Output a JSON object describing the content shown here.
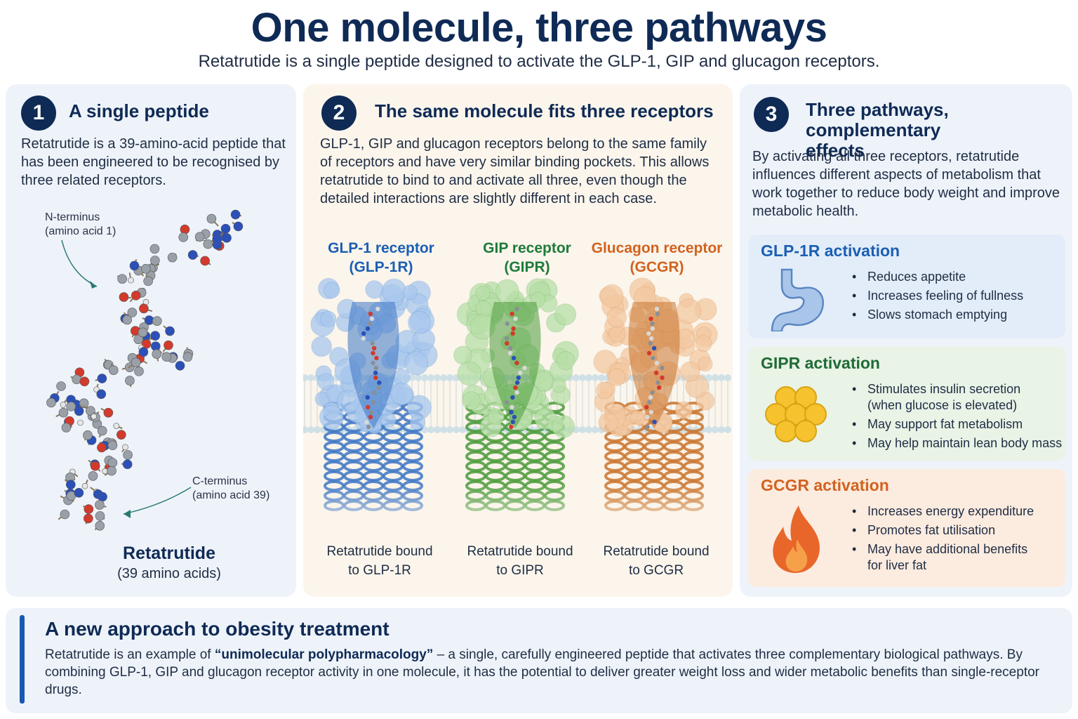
{
  "title": "One molecule, three pathways",
  "subtitle": "Retatrutide is a single peptide designed to activate the GLP-1, GIP and glucagon receptors.",
  "panel1": {
    "number": "1",
    "title": "A single peptide",
    "body": "Retatrutide is a 39-amino-acid peptide that has been engineered to be recognised by three related receptors.",
    "n_terminus": "N-terminus",
    "n_terminus_sub": "(amino acid 1)",
    "c_terminus": "C-terminus",
    "c_terminus_sub": "(amino acid 39)",
    "molecule_name": "Retatrutide",
    "molecule_sub": "(39 amino acids)"
  },
  "panel2": {
    "number": "2",
    "title": "The same molecule fits three receptors",
    "body": "GLP-1, GIP and glucagon receptors belong to the same family of receptors and have very similar binding pockets. This allows retatrutide to bind to and activate all three, even though the detailed interactions are slightly different in each case.",
    "receptors": [
      {
        "name": "GLP-1 receptor",
        "abbr": "(GLP-1R)",
        "caption_1": "Retatrutide bound",
        "caption_2": "to GLP-1R",
        "color": "#1a5fb4"
      },
      {
        "name": "GIP receptor",
        "abbr": "(GIPR)",
        "caption_1": "Retatrutide bound",
        "caption_2": "to GIPR",
        "color": "#1f7a3a"
      },
      {
        "name": "Glucagon receptor",
        "abbr": "(GCGR)",
        "caption_1": "Retatrutide bound",
        "caption_2": "to GCGR",
        "color": "#d2621f"
      }
    ]
  },
  "panel3": {
    "number": "3",
    "title_1": "Three pathways, complementary",
    "title_2": "effects",
    "body": "By activating all three receptors, retatrutide influences different aspects of metabolism that work together to reduce body weight and improve metabolic health.",
    "activations": [
      {
        "title": "GLP-1R activation",
        "icon": "stomach-icon",
        "color": "#1a5fb4",
        "bg": "#e3edf9",
        "items": [
          "Reduces appetite",
          "Increases feeling of fullness",
          "Slows stomach emptying"
        ]
      },
      {
        "title": "GIPR activation",
        "icon": "fat-cells-icon",
        "color": "#1f6b35",
        "bg": "#e9f3e6",
        "items": [
          "Stimulates insulin secretion",
          "(when glucose is elevated)",
          "May support fat metabolism",
          "May help maintain lean body mass"
        ]
      },
      {
        "title": "GCGR activation",
        "icon": "flame-icon",
        "color": "#d2621f",
        "bg": "#fcebdf",
        "items": [
          "Increases energy expenditure",
          "Promotes fat utilisation",
          "May have additional benefits",
          "for liver fat"
        ]
      }
    ]
  },
  "bottom": {
    "title": "A new approach to obesity treatment",
    "text_pre": "Retatrutide is an example of ",
    "text_bold": "“unimolecular polypharmacology”",
    "text_post": " – a single, carefully engineered peptide that activates three complementary biological pathways. By combining GLP-1, GIP and glucagon receptor activity in one molecule, it has the potential to deliver greater weight loss and wider metabolic benefits than single-receptor drugs."
  }
}
